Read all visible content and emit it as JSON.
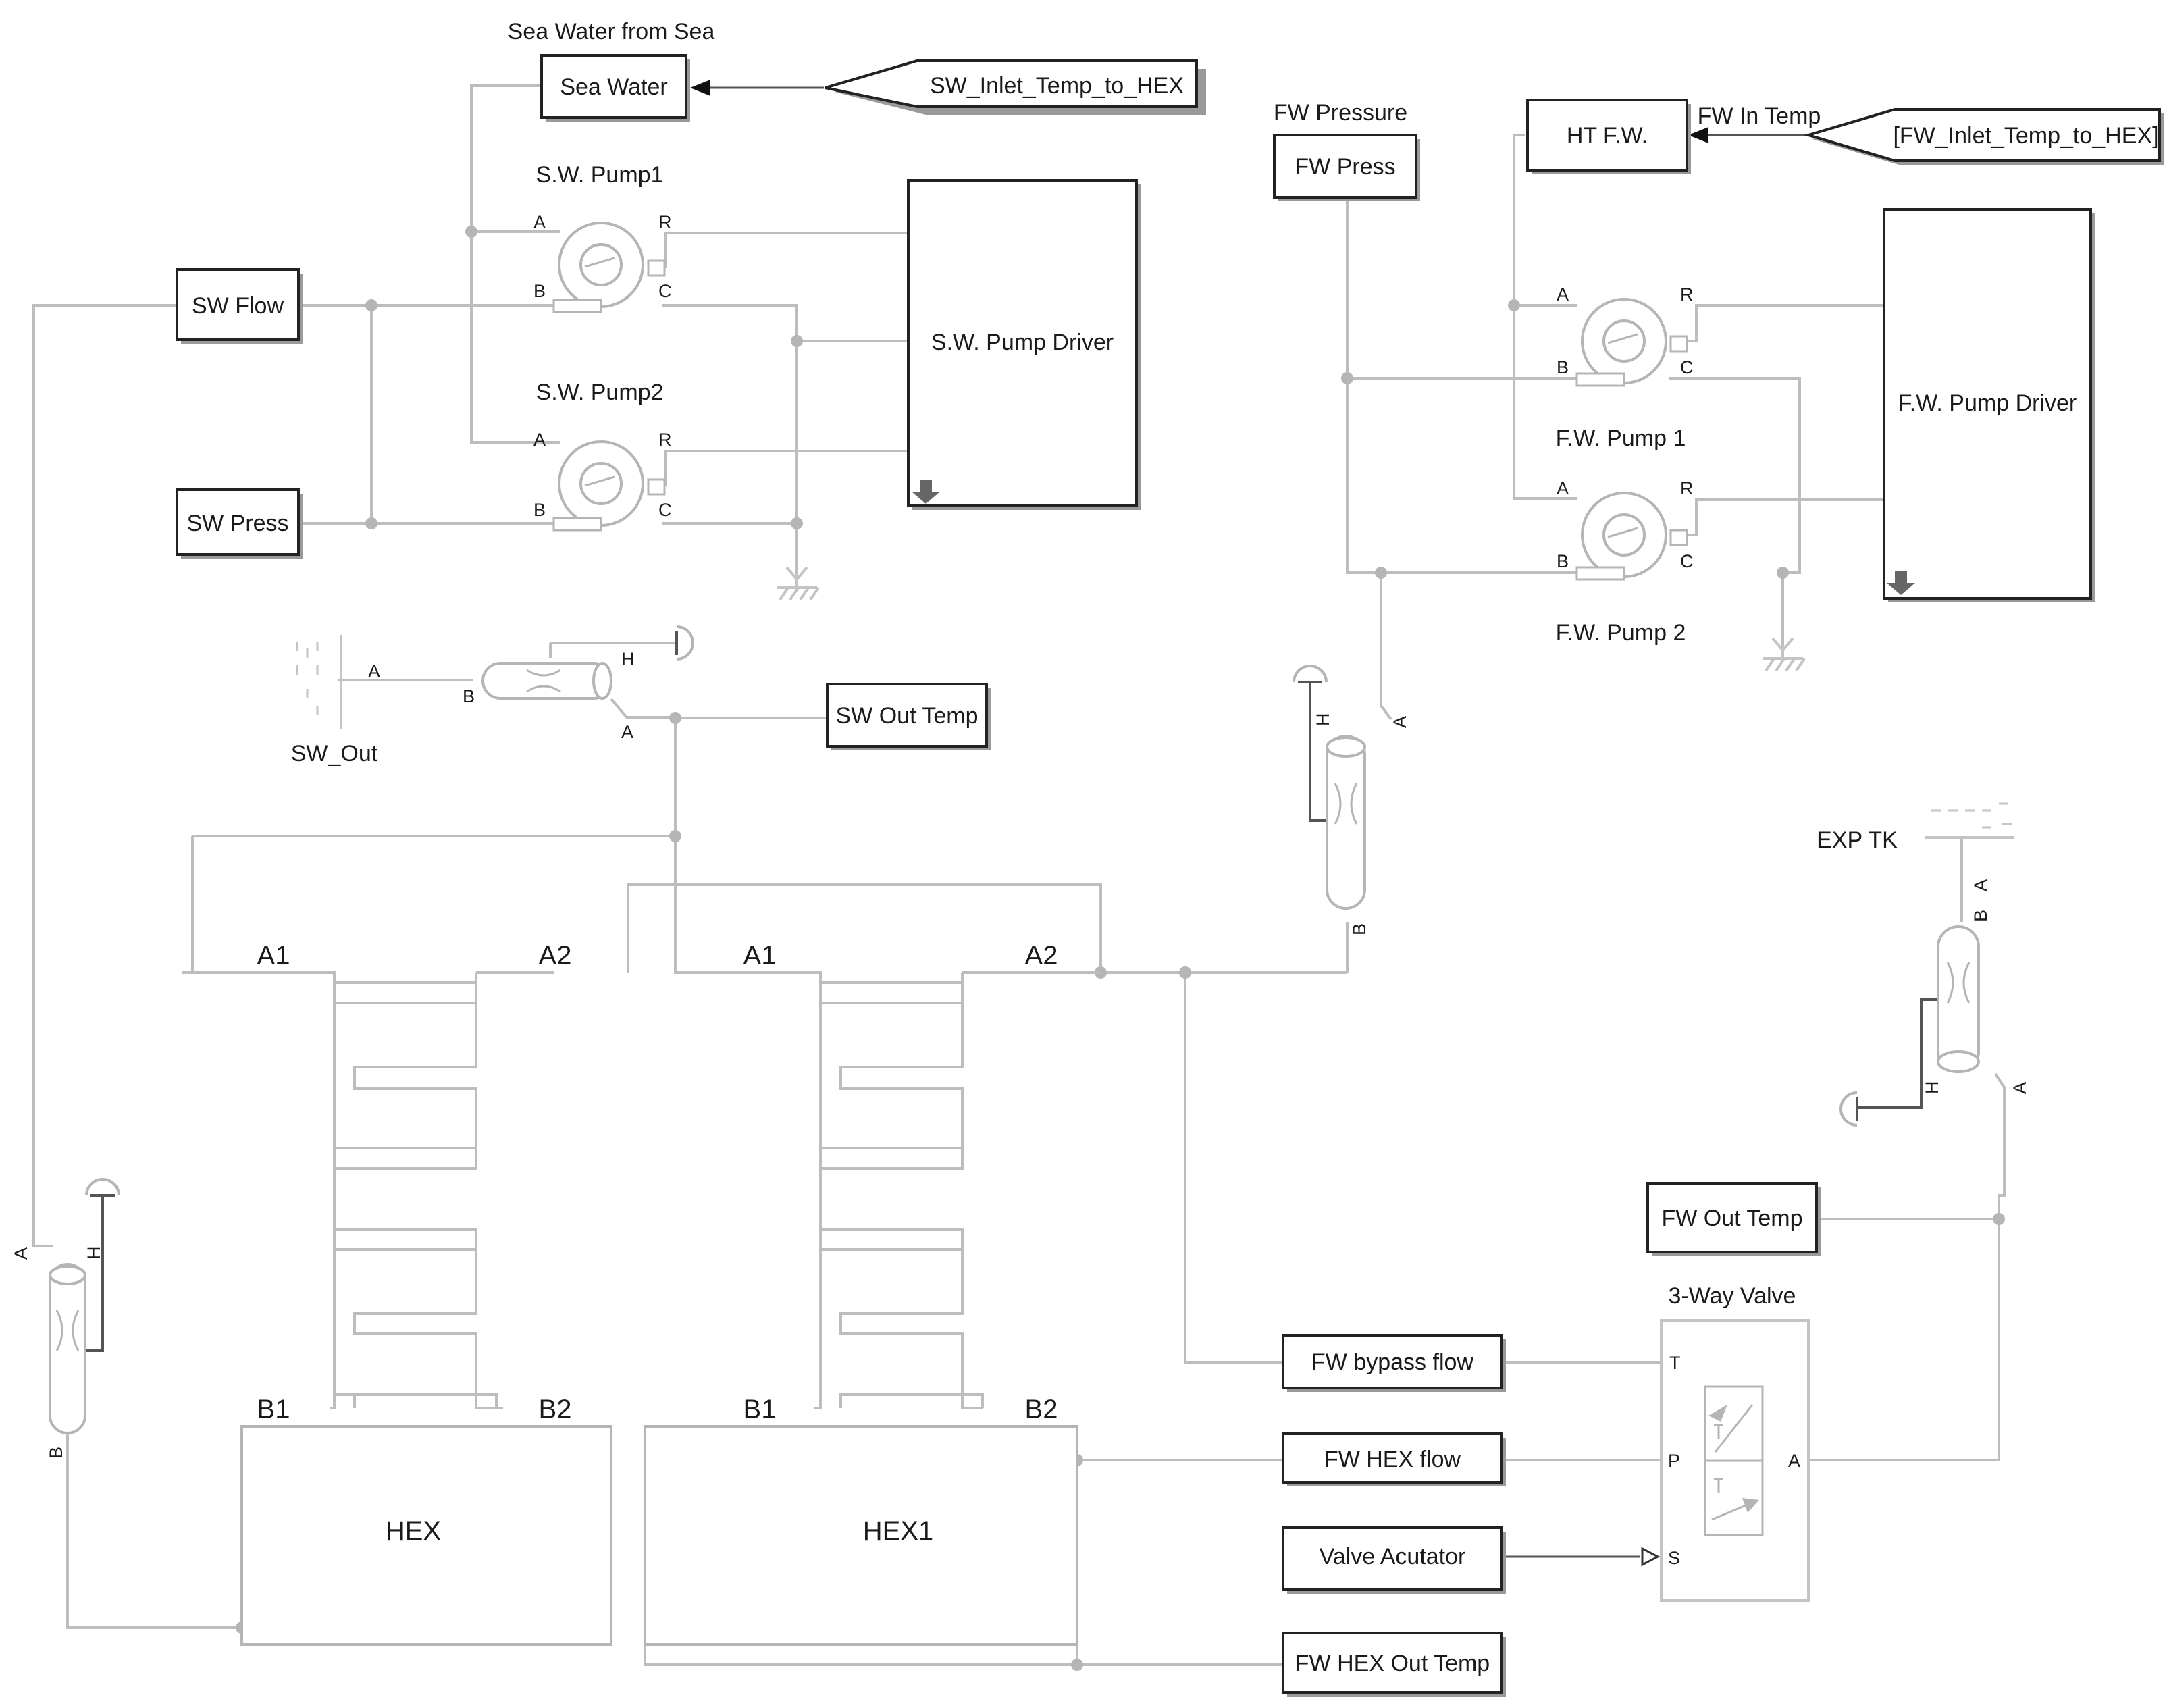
{
  "blocks": {
    "sea_water_title": "Sea Water from Sea",
    "sea_water": "Sea Water",
    "sw_inlet_goto": "SW_Inlet_Temp_to_HEX",
    "sw_pump1": "S.W. Pump1",
    "sw_pump2": "S.W. Pump2",
    "sw_pump_driver": "S.W. Pump Driver",
    "sw_flow": "SW Flow",
    "sw_press": "SW Press",
    "sw_out": "SW_Out",
    "sw_out_temp": "SW Out Temp",
    "fw_pressure_title": "FW Pressure",
    "fw_press": "FW Press",
    "fw_in_temp_title": "FW In Temp",
    "ht_fw": "HT F.W.",
    "fw_inlet_goto": "[FW_Inlet_Temp_to_HEX]",
    "fw_pump1": "F.W. Pump 1",
    "fw_pump2": "F.W. Pump 2",
    "fw_pump_driver": "F.W. Pump Driver",
    "exp_tk": "EXP TK",
    "fw_out_temp": "FW Out Temp",
    "three_way_valve": "3-Way Valve",
    "fw_bypass_flow": "FW bypass flow",
    "fw_hex_flow": "FW HEX flow",
    "valve_actuator": "Valve Acutator",
    "fw_hex_out_temp": "FW HEX Out Temp",
    "hex": "HEX",
    "hex1": "HEX1"
  },
  "ports": {
    "a": "A",
    "b": "B",
    "c": "C",
    "r": "R",
    "h": "H",
    "t": "T",
    "p": "P",
    "s": "S",
    "a1": "A1",
    "a2": "A2",
    "b1": "B1",
    "b2": "B2"
  },
  "colors": {
    "connection": "#bdbdbd",
    "block_border": "#222222",
    "signal": "#555555"
  }
}
